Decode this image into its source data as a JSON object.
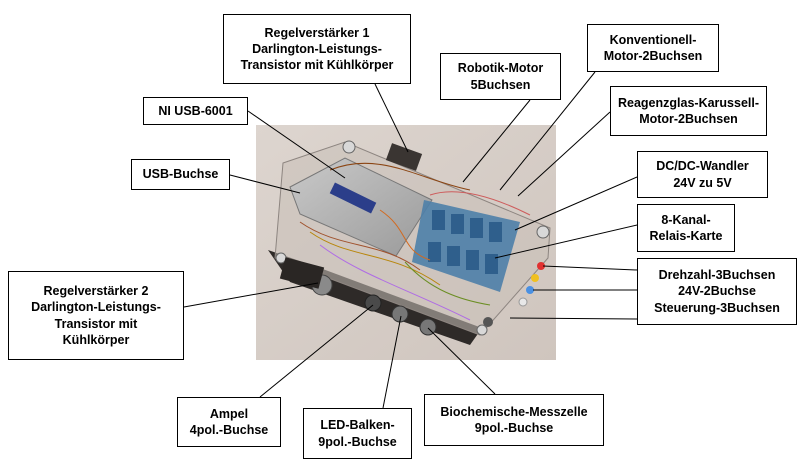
{
  "labels": [
    {
      "id": "regelverstaerker1",
      "lines": [
        "Regelverstärker 1",
        "Darlington-Leistungs-",
        "Transistor mit Kühlkörper"
      ]
    },
    {
      "id": "robotik-motor",
      "lines": [
        "Robotik-Motor",
        "5Buchsen"
      ]
    },
    {
      "id": "konventionell-motor",
      "lines": [
        "Konventionell-",
        "Motor-2Buchsen"
      ]
    },
    {
      "id": "ni-usb",
      "lines": [
        "NI USB-6001"
      ]
    },
    {
      "id": "reagenzglas-karussell",
      "lines": [
        "Reagenzglas-Karussell-",
        "Motor-2Buchsen"
      ]
    },
    {
      "id": "usb-buchse",
      "lines": [
        "USB-Buchse"
      ]
    },
    {
      "id": "dc-dc-wandler",
      "lines": [
        "DC/DC-Wandler",
        "24V zu 5V"
      ]
    },
    {
      "id": "relais-karte",
      "lines": [
        "8-Kanal-",
        "Relais-Karte"
      ]
    },
    {
      "id": "drehzahl",
      "lines": [
        "Drehzahl-3Buchsen",
        "24V-2Buchse",
        "Steuerung-3Buchsen"
      ]
    },
    {
      "id": "regelverstaerker2",
      "lines": [
        "Regelverstärker 2",
        "Darlington-Leistungs-",
        "Transistor mit",
        "Kühlkörper"
      ]
    },
    {
      "id": "ampel",
      "lines": [
        "Ampel",
        "4pol.-Buchse"
      ]
    },
    {
      "id": "led-balken",
      "lines": [
        "LED-Balken-",
        "9pol.-Buchse"
      ]
    },
    {
      "id": "biochemische-messzelle",
      "lines": [
        "Biochemische-Messzelle",
        "9pol.-Buchse"
      ]
    }
  ],
  "colors": {
    "border": "#000000",
    "text": "#000000",
    "background": "#ffffff",
    "photo_backdrop": "#d9d0c9"
  }
}
